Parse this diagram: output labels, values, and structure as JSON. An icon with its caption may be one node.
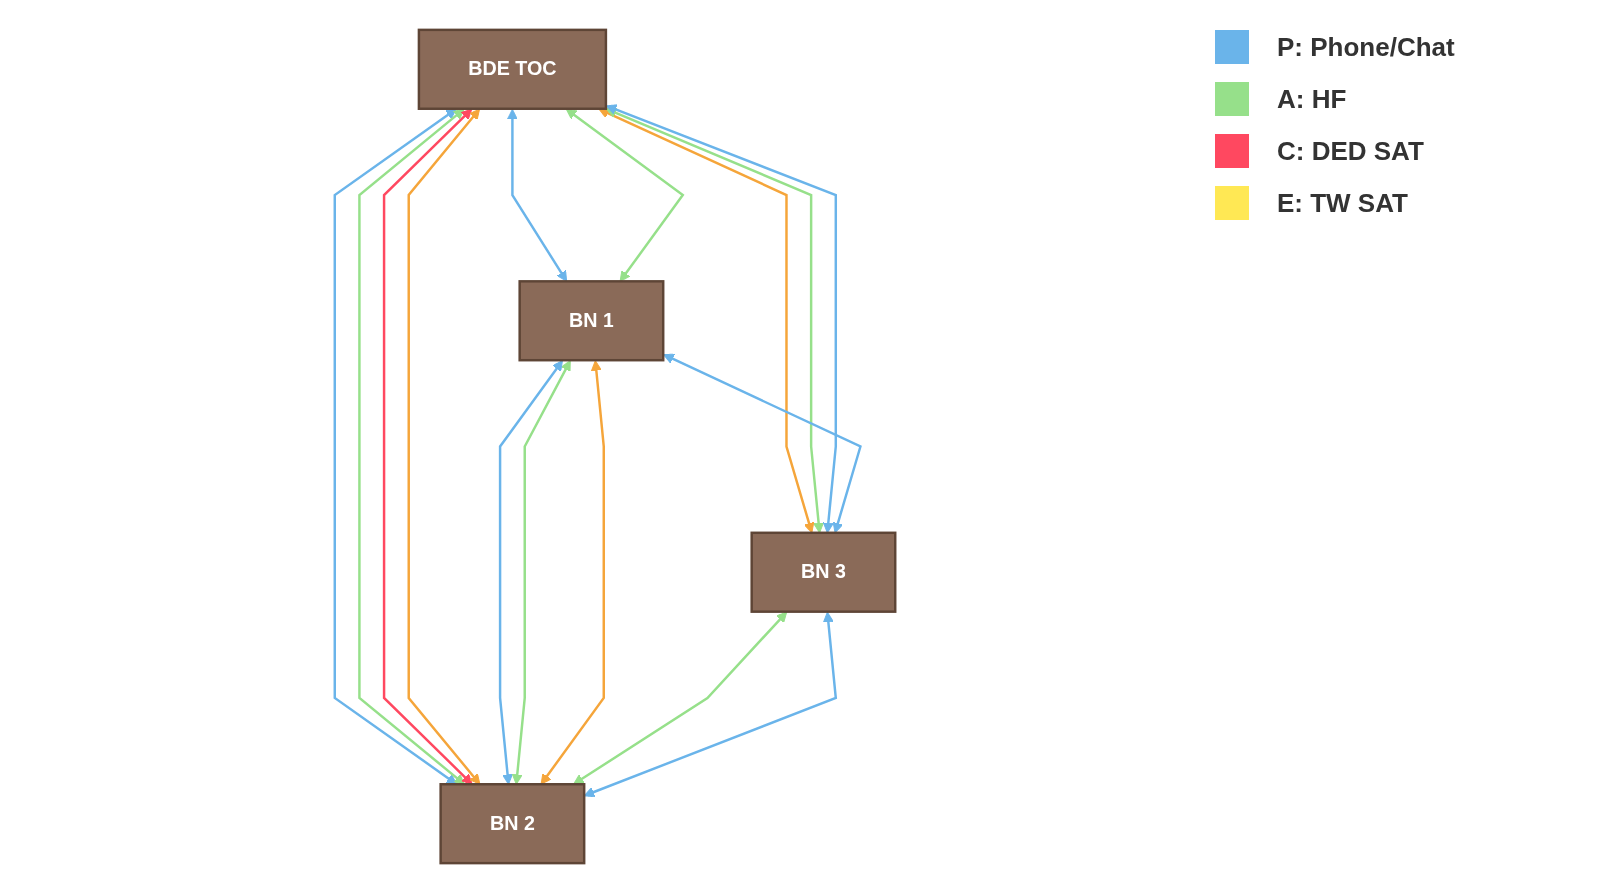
{
  "diagram": {
    "nodes": [
      {
        "text": [
          "BDE TOC"
        ]
      },
      {
        "text": [
          "BN 1"
        ]
      },
      {
        "text": [
          "BN 3"
        ]
      },
      {
        "text": [
          "BN 2"
        ]
      }
    ],
    "edges": [
      {
        "from": 0,
        "to": 1,
        "arrow": "both"
      },
      {
        "from": 0,
        "to": 1,
        "arrow": "both",
        "color": "#96e08a"
      },
      {
        "from": 0,
        "to": 2,
        "arrow": "both",
        "color": "#f5a53a"
      },
      {
        "from": 0,
        "to": 2,
        "arrow": "both",
        "color": "#96e08a"
      },
      {
        "from": 0,
        "to": 2,
        "arrow": "both"
      },
      {
        "from": 0,
        "to": 3,
        "arrow": "both"
      },
      {
        "from": 0,
        "to": 3,
        "arrow": "both",
        "color": "#96e08a"
      },
      {
        "from": 0,
        "to": 3,
        "arrow": "both",
        "color": "#ff4860"
      },
      {
        "from": 0,
        "to": 3,
        "arrow": "both",
        "color": "#f5a53a"
      },
      {
        "from": 1,
        "to": 2,
        "arrow": "both"
      },
      {
        "from": 1,
        "to": 3,
        "arrow": "both"
      },
      {
        "from": 1,
        "to": 3,
        "arrow": "both",
        "color": "#96e08a"
      },
      {
        "from": 1,
        "to": 3,
        "arrow": "both",
        "color": "#f5a53a"
      },
      {
        "from": 2,
        "to": 3,
        "arrow": "both",
        "color": "#96e08a"
      },
      {
        "from": 2,
        "to": 3,
        "arrow": "both"
      }
    ],
    "legend": [
      {
        "text": "P: Phone/Chat",
        "color": "#6ab4ea"
      },
      {
        "text": "A: HF",
        "color": "#96e08a"
      },
      {
        "text": "C: DED SAT",
        "color": "#ff4860"
      },
      {
        "text": "E: TW SAT",
        "color": "#ffe854"
      }
    ]
  }
}
